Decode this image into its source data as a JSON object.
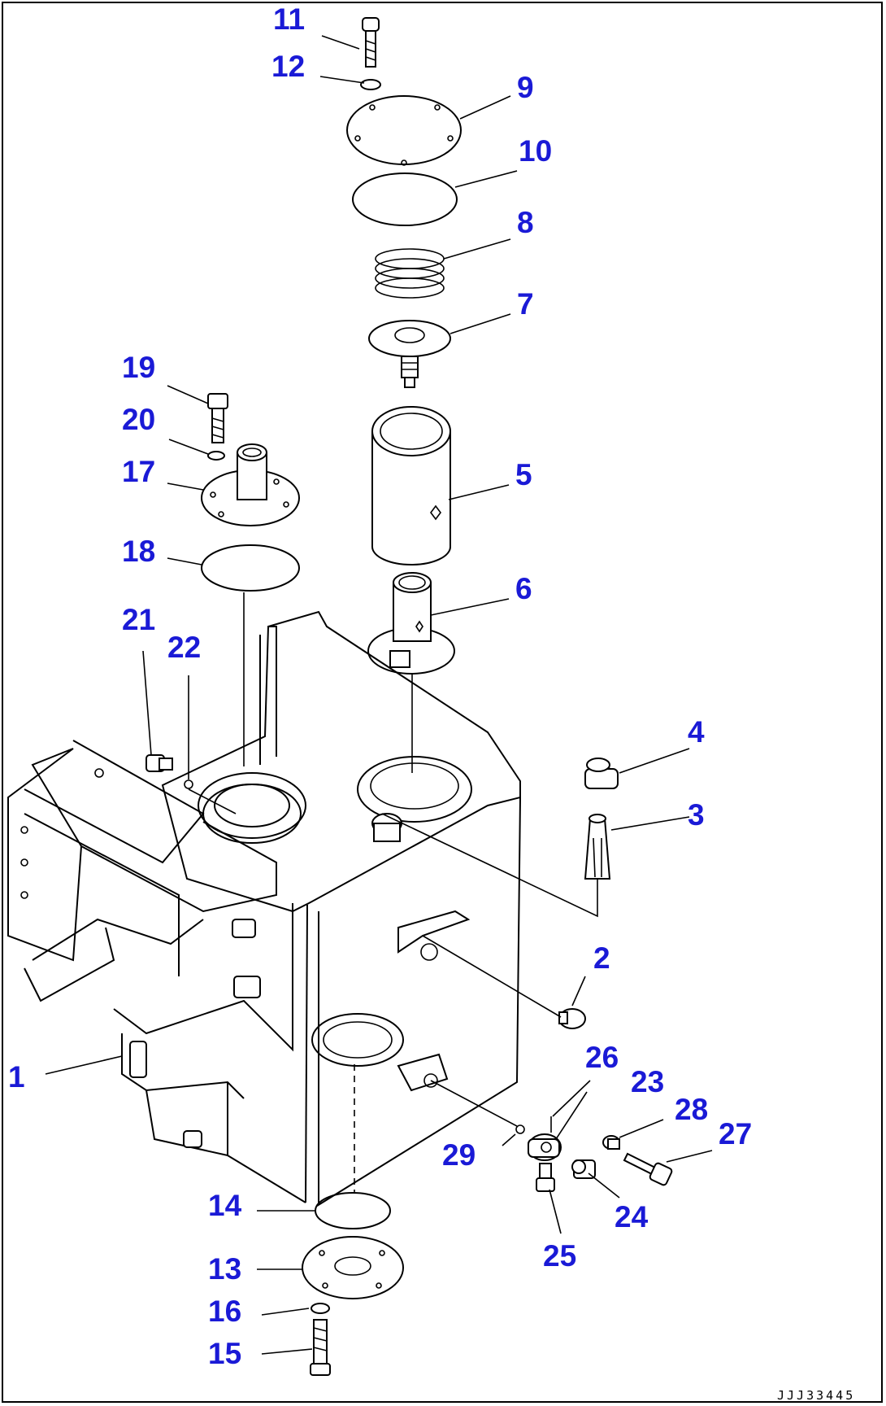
{
  "diagram": {
    "drawing_code": "JJJ33445",
    "callouts": [
      {
        "id": "c1",
        "label": "1"
      },
      {
        "id": "c2",
        "label": "2"
      },
      {
        "id": "c3",
        "label": "3"
      },
      {
        "id": "c4",
        "label": "4"
      },
      {
        "id": "c5",
        "label": "5"
      },
      {
        "id": "c6",
        "label": "6"
      },
      {
        "id": "c7",
        "label": "7"
      },
      {
        "id": "c8",
        "label": "8"
      },
      {
        "id": "c9",
        "label": "9"
      },
      {
        "id": "c10",
        "label": "10"
      },
      {
        "id": "c11",
        "label": "11"
      },
      {
        "id": "c12",
        "label": "12"
      },
      {
        "id": "c13",
        "label": "13"
      },
      {
        "id": "c14",
        "label": "14"
      },
      {
        "id": "c15",
        "label": "15"
      },
      {
        "id": "c16",
        "label": "16"
      },
      {
        "id": "c17",
        "label": "17"
      },
      {
        "id": "c18",
        "label": "18"
      },
      {
        "id": "c19",
        "label": "19"
      },
      {
        "id": "c20",
        "label": "20"
      },
      {
        "id": "c21",
        "label": "21"
      },
      {
        "id": "c22",
        "label": "22"
      },
      {
        "id": "c23",
        "label": "23"
      },
      {
        "id": "c24",
        "label": "24"
      },
      {
        "id": "c25",
        "label": "25"
      },
      {
        "id": "c26",
        "label": "26"
      },
      {
        "id": "c27",
        "label": "27"
      },
      {
        "id": "c28",
        "label": "28"
      },
      {
        "id": "c29",
        "label": "29"
      }
    ],
    "callout_color": "#1a1ad6",
    "line_color": "#000000"
  }
}
